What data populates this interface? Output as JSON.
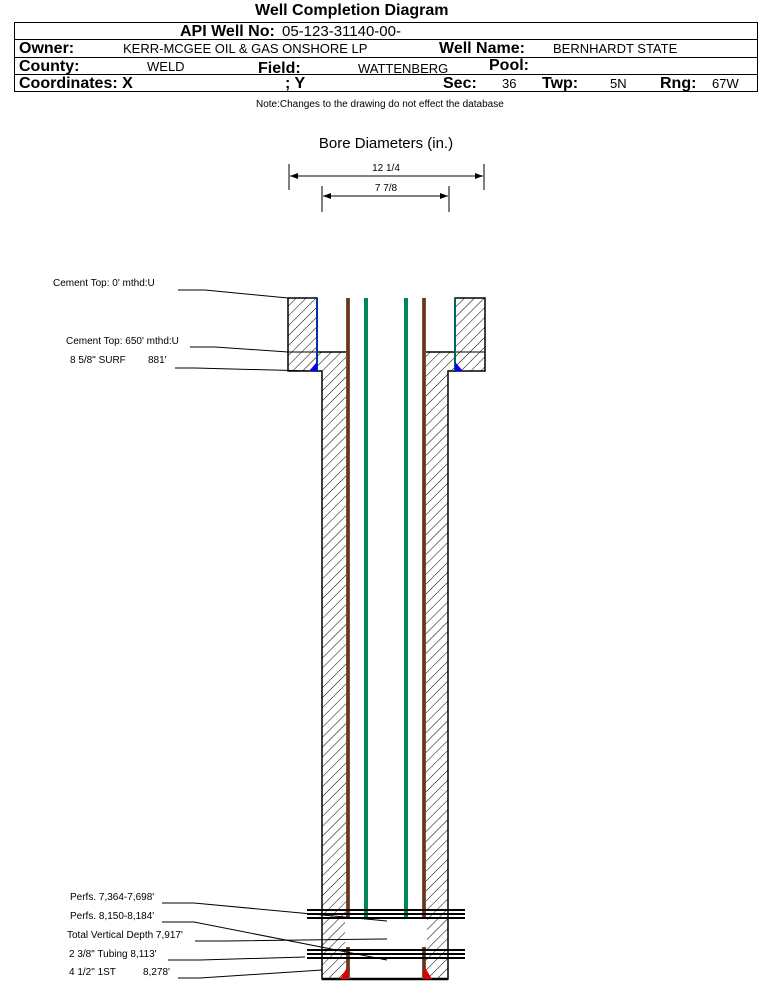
{
  "title": "Well Completion Diagram",
  "header": {
    "api_label": "API Well No:",
    "api_value": "05-123-31140-00-",
    "owner_label": "Owner:",
    "owner_value": "KERR-MCGEE OIL & GAS ONSHORE LP",
    "well_name_label": "Well Name:",
    "well_name_value": "BERNHARDT STATE",
    "county_label": "County:",
    "county_value": "WELD",
    "field_label": "Field:",
    "field_value": "WATTENBERG",
    "pool_label": "Pool:",
    "coord_label": "Coordinates: X",
    "coord_y_label": "; Y",
    "sec_label": "Sec:",
    "sec_value": "36",
    "twp_label": "Twp:",
    "twp_value": "5N",
    "rng_label": "Rng:",
    "rng_value": "67W"
  },
  "note": "Note:Changes to the drawing do not effect the database",
  "bore": {
    "title": "Bore Diameters (in.)",
    "d1": "12 1/4",
    "d2": "7 7/8"
  },
  "labels": {
    "cement_top_1": "Cement Top: 0' mthd:U",
    "cement_top_2": "Cement Top: 650' mthd:U",
    "surf_casing": "8 5/8\" SURF",
    "surf_depth": "881'",
    "perfs_1": "Perfs. 7,364-7,698'",
    "perfs_2": "Perfs. 8,150-8,184'",
    "tvd": "Total Vertical Depth 7,917'",
    "tubing": "2 3/8\" Tubing 8,113'",
    "prod_casing": "4 1/2\" 1ST",
    "prod_depth": "8,278'"
  },
  "colors": {
    "casing": "#e00000",
    "tubing": "#008855",
    "cement_fill": "#0000ff"
  }
}
